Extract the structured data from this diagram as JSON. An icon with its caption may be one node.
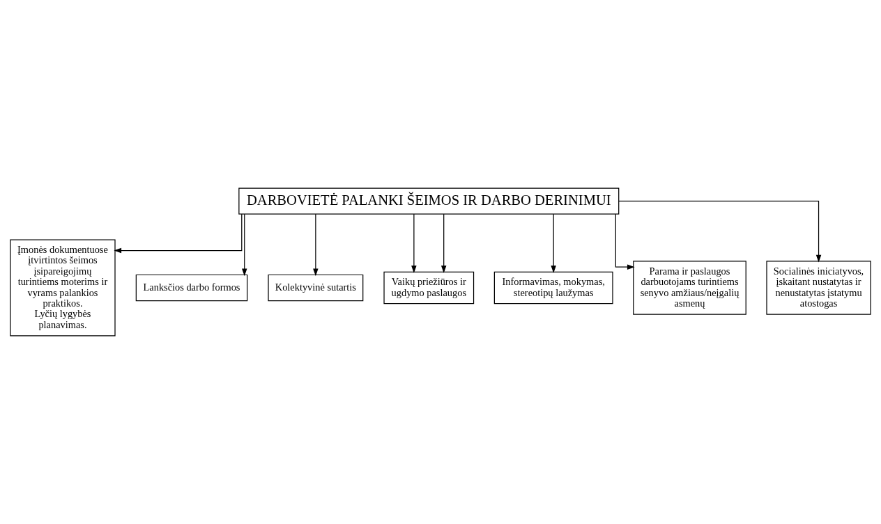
{
  "diagram": {
    "nodes": [
      {
        "text": [
          "DARBOVIETĖ PALANKI ŠEIMOS IR DARBO DERINIMUI"
        ]
      },
      {
        "text": [
          "Įmonės dokumentuose įtvirtintos šeimos įsipareigojimų turintiems moterims ir vyrams palankios praktikos.",
          "Lyčių lygybės planavimas."
        ]
      },
      {
        "text": [
          "Lanksčios darbo formos"
        ]
      },
      {
        "text": [
          "Kolektyvinė sutartis"
        ]
      },
      {
        "text": [
          "Vaikų priežiūros ir ugdymo paslaugos"
        ]
      },
      {
        "text": [
          "Informavimas, mokymas, stereotipų laužymas"
        ]
      },
      {
        "text": [
          "Parama ir paslaugos darbuotojams turintiems senyvo amžiaus/neįgalių asmenų"
        ]
      },
      {
        "text": [
          "Socialinės iniciatyvos, įskaitant nustatytas ir nenustatytas įstatymu atostogas"
        ]
      }
    ],
    "edges": [
      {
        "from": 0,
        "to": 1,
        "arrow": "to"
      },
      {
        "from": 0,
        "to": 2,
        "arrow": "to"
      },
      {
        "from": 0,
        "to": 3,
        "arrow": "to"
      },
      {
        "from": 0,
        "to": 4,
        "arrow": "to"
      },
      {
        "from": 0,
        "to": 7,
        "arrow": "to"
      },
      {
        "from": 0,
        "to": 4,
        "arrow": "to"
      },
      {
        "from": 0,
        "to": 6,
        "arrow": "to"
      },
      {
        "from": 0,
        "to": 5,
        "arrow": "to"
      }
    ]
  }
}
